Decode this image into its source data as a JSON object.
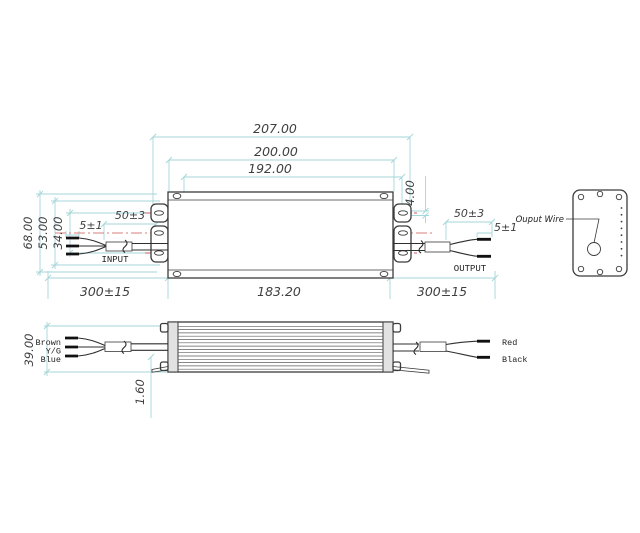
{
  "top": {
    "dim_overall": "207.00",
    "dim_body": "200.00",
    "dim_holes": "192.00",
    "dim_slot": "4.00",
    "dim_h_outer": "68.00",
    "dim_h_mid": "53.00",
    "dim_h_inner": "34.00",
    "dim_input_strip": "50±3",
    "dim_input_tip": "5±1",
    "dim_output_strip": "50±3",
    "dim_output_tip": "5±1",
    "label_input": "INPUT",
    "label_output": "OUTPUT",
    "dim_input_cable": "300±15",
    "dim_center": "183.20",
    "dim_output_cable": "300±15"
  },
  "end": {
    "label_gland": "Ouput Wire"
  },
  "bottom": {
    "dim_height": "39.00",
    "dim_plate": "1.60",
    "label_wire_brown": "Brown",
    "label_wire_yg": "Y/G",
    "label_wire_blue": "Blue",
    "label_wire_red": "Red",
    "label_wire_black": "Black"
  },
  "colors": {
    "dimension_line": "#a4d6da",
    "centerline_red": "#d97c7c",
    "outline": "#3b3b3b"
  }
}
